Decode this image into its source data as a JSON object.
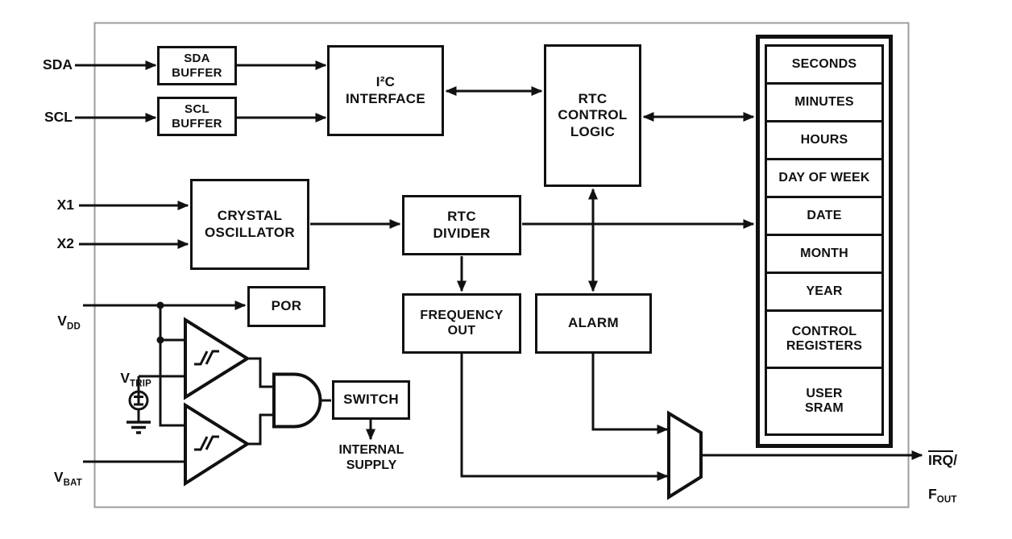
{
  "colors": {
    "line": "#111111",
    "boundary": "#9c9c9c",
    "background": "#ffffff"
  },
  "pins": {
    "sda": "SDA",
    "scl": "SCL",
    "x1": "X1",
    "x2": "X2",
    "vdd": {
      "base": "V",
      "sub": "DD"
    },
    "vtrip": {
      "base": "V",
      "sub": "TRIP"
    },
    "vbat": {
      "base": "V",
      "sub": "BAT"
    },
    "irq_fout": {
      "overlined": "IRQ",
      "slash": "/",
      "base": "F",
      "sub": "OUT"
    }
  },
  "blocks": {
    "sda_buffer": "SDA\nBUFFER",
    "scl_buffer": "SCL\nBUFFER",
    "i2c_interface": "I²C\nINTERFACE",
    "rtc_control_logic": "RTC\nCONTROL\nLOGIC",
    "crystal_oscillator": "CRYSTAL\nOSCILLATOR",
    "rtc_divider": "RTC\nDIVIDER",
    "frequency_out": "FREQUENCY\nOUT",
    "alarm": "ALARM",
    "por": "POR",
    "switch": "SWITCH",
    "internal_supply": "INTERNAL\nSUPPLY",
    "registers": [
      "SECONDS",
      "MINUTES",
      "HOURS",
      "DAY OF WEEK",
      "DATE",
      "MONTH",
      "YEAR",
      "CONTROL\nREGISTERS",
      "USER\nSRAM"
    ]
  }
}
